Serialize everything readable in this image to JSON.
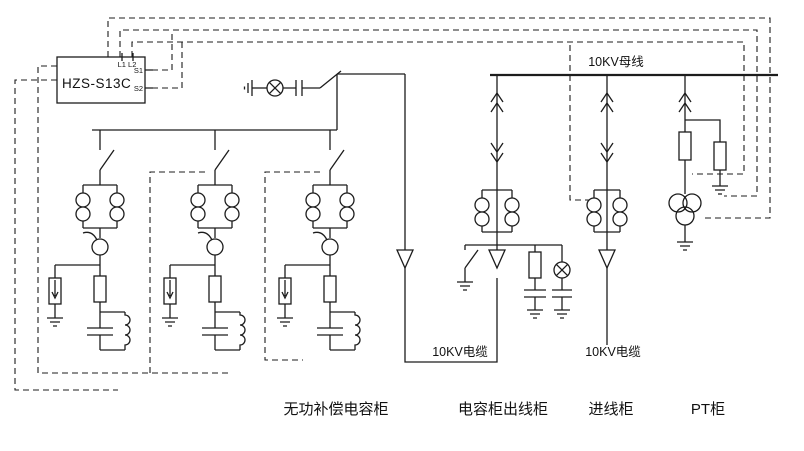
{
  "diagram": {
    "controller": {
      "model": "HZS-S13C",
      "terminals_top": "L1 L2",
      "terminal_s1": "S1",
      "terminal_s2": "S2"
    },
    "labels": {
      "busbar": "10KV母线",
      "cable_capacitor": "10KV电缆",
      "cable_incoming": "10KV电缆",
      "cabinet_capacitor": "无功补偿电容柜",
      "cabinet_outgoing": "电容柜出线柜",
      "cabinet_incoming": "进线柜",
      "cabinet_pt": "PT柜"
    },
    "colors": {
      "line": "#1c1c1c",
      "background": "#ffffff"
    }
  }
}
